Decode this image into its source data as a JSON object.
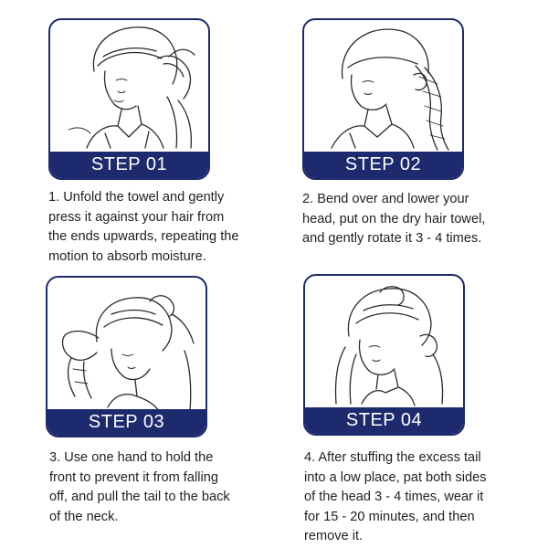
{
  "colors": {
    "accent": "#1e2a6e",
    "text": "#222222",
    "background": "#ffffff"
  },
  "steps": [
    {
      "label": "STEP 01",
      "illustration": "woman-unfolding-towel-illustration",
      "lines": [
        "1. Unfold the towel and gently",
        "press it against your hair from",
        "the ends upwards, repeating the",
        "motion to absorb moisture."
      ]
    },
    {
      "label": "STEP 02",
      "illustration": "woman-twisting-towel-illustration",
      "lines": [
        "2. Bend over and lower your",
        "head, put on the dry hair towel,",
        "and gently rotate it 3 - 4 times."
      ]
    },
    {
      "label": "STEP 03",
      "illustration": "woman-holding-towel-front-illustration",
      "lines": [
        "3. Use one hand to hold the",
        "front to prevent it from falling",
        "off, and pull the tail to the back",
        "of the neck."
      ]
    },
    {
      "label": "STEP 04",
      "illustration": "woman-patting-towel-illustration",
      "lines": [
        "4. After stuffing the excess tail",
        "into a low place, pat both sides",
        "of the head 3 - 4 times, wear it",
        "for 15 - 20 minutes, and then",
        "remove it."
      ]
    }
  ]
}
